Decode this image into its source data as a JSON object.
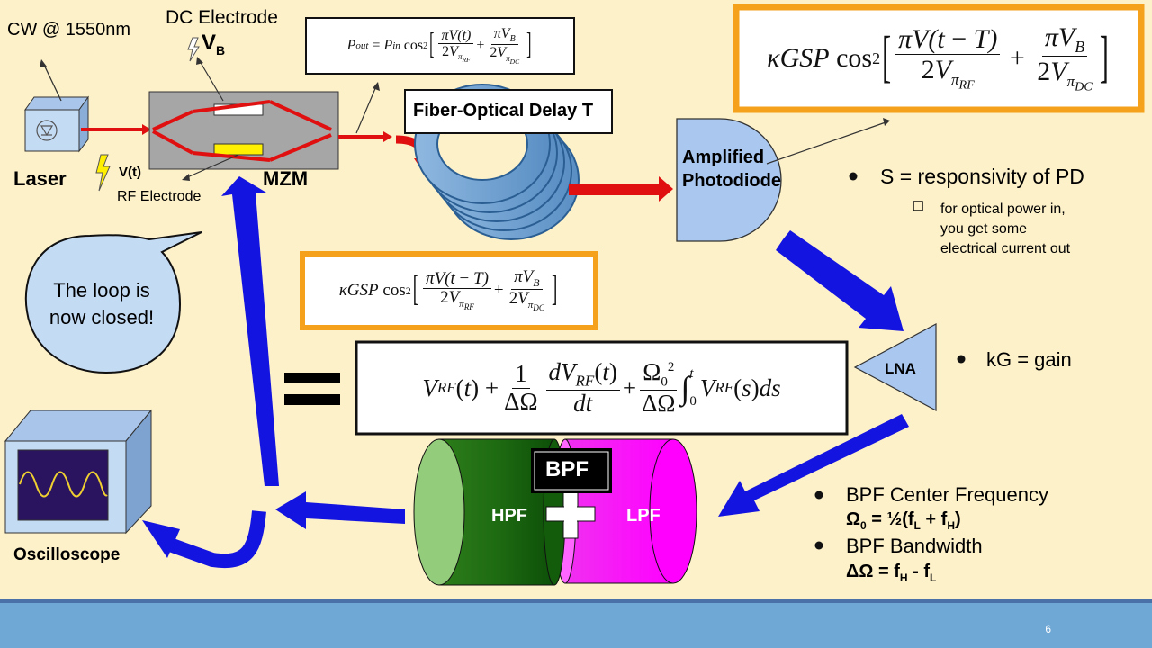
{
  "slide": {
    "labels": {
      "cw": "CW @ 1550nm",
      "dc_electrode": "DC Electrode",
      "vb": "V",
      "vb_sub": "B",
      "laser": "Laser",
      "vt": "V(t)",
      "rf_electrode": "RF Electrode",
      "mzm": "MZM",
      "delay": "Fiber-Optical Delay T",
      "photodiode": "Amplified Photodiode",
      "lna": "LNA",
      "bpf": "BPF",
      "hpf": "HPF",
      "lpf": "LPF",
      "oscilloscope": "Oscilloscope",
      "bubble": "The loop is now closed!"
    },
    "bullets": {
      "responsivity": "S = responsivity of PD",
      "responsivity_sub": "for optical power in, you get some electrical current out",
      "gain": "kG = gain",
      "center_freq": "BPF Center Frequency",
      "bandwidth": "BPF Bandwidth"
    },
    "page_number": "6",
    "colors": {
      "background": "#fdf1c9",
      "arrow_blue": "#1414e0",
      "arrow_red": "#e01010",
      "orange": "#f5a11c",
      "footer": "#6fa7d5"
    }
  }
}
